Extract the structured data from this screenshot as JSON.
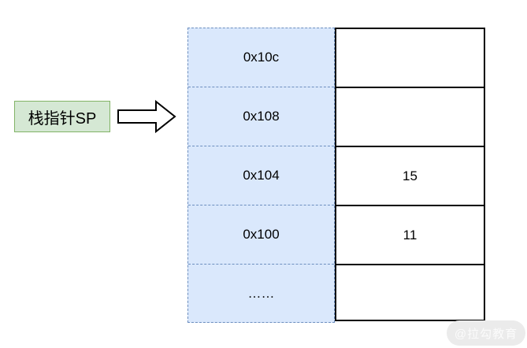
{
  "diagram": {
    "pointer": {
      "label": "栈指针SP",
      "points_to_address": "0x108",
      "points_to_row_index": 1
    },
    "memory_table": {
      "rows": [
        {
          "address": "0x10c",
          "value": ""
        },
        {
          "address": "0x108",
          "value": ""
        },
        {
          "address": "0x104",
          "value": "15"
        },
        {
          "address": "0x100",
          "value": "11"
        },
        {
          "address": "……",
          "value": ""
        }
      ]
    },
    "colors": {
      "address_cell_fill": "#dae8fc",
      "address_cell_border": "#6c8ebf",
      "value_cell_fill": "#ffffff",
      "value_cell_border": "#000000",
      "label_fill": "#d5e8d4",
      "label_border": "#82b366"
    },
    "watermark": "@拉勾教育"
  }
}
